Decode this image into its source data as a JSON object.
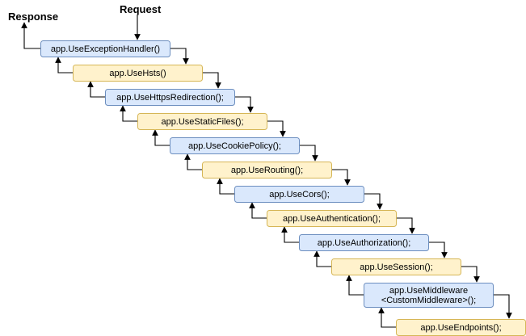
{
  "labels": {
    "request": "Request",
    "response": "Response"
  },
  "colors": {
    "blue_fill": "#dae8fc",
    "blue_stroke": "#6c8ebf",
    "yellow_fill": "#fff2cc",
    "yellow_stroke": "#d6b656",
    "arrow": "#000000"
  },
  "pipeline": [
    {
      "lines": [
        "app.UseExceptionHandler()"
      ],
      "color": "blue"
    },
    {
      "lines": [
        "app.UseHsts()"
      ],
      "color": "yellow"
    },
    {
      "lines": [
        "app.UseHttpsRedirection();"
      ],
      "color": "blue"
    },
    {
      "lines": [
        "app.UseStaticFiles();"
      ],
      "color": "yellow"
    },
    {
      "lines": [
        "app.UseCookiePolicy();"
      ],
      "color": "blue"
    },
    {
      "lines": [
        "app.UseRouting();"
      ],
      "color": "yellow"
    },
    {
      "lines": [
        "app.UseCors();"
      ],
      "color": "blue"
    },
    {
      "lines": [
        "app.UseAuthentication();"
      ],
      "color": "yellow"
    },
    {
      "lines": [
        "app.UseAuthorization();"
      ],
      "color": "blue"
    },
    {
      "lines": [
        "app.UseSession();"
      ],
      "color": "yellow"
    },
    {
      "lines": [
        "app.UseMiddleware",
        "<CustomMiddleware>();"
      ],
      "color": "blue"
    },
    {
      "lines": [
        "app.UseEndpoints();"
      ],
      "color": "yellow"
    }
  ]
}
